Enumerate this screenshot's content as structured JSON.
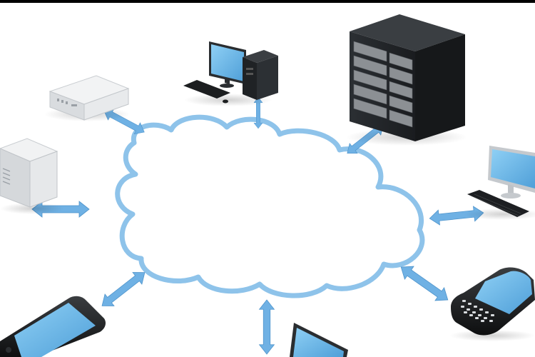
{
  "scene": {
    "background": "#ffffff",
    "top_border_color": "#000000",
    "cloud": {
      "outline_color": "#8ec3ea",
      "fill_color": "#ffffff"
    },
    "arrow_color": "#6fb1e4",
    "screen_color": "#6cb8ec",
    "devices": [
      {
        "name": "network-appliance-icon",
        "kind": "rack server unit"
      },
      {
        "name": "desktop-computer-icon",
        "kind": "desktop tower with monitor"
      },
      {
        "name": "server-rack-icon",
        "kind": "server cabinet"
      },
      {
        "name": "file-server-icon",
        "kind": "tower server"
      },
      {
        "name": "monitor-keyboard-icon",
        "kind": "flat monitor with keyboard"
      },
      {
        "name": "smartphone-icon",
        "kind": "touch phone"
      },
      {
        "name": "laptop-icon",
        "kind": "laptop"
      },
      {
        "name": "qwerty-phone-icon",
        "kind": "keyboard phone"
      }
    ]
  }
}
